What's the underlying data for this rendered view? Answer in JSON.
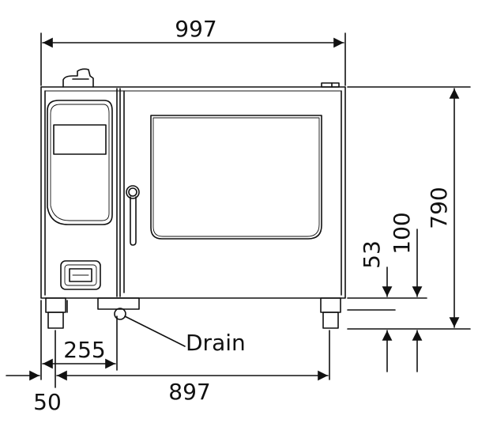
{
  "dimensions": {
    "width_total": "997",
    "height_total": "790",
    "foot_height_100": "100",
    "foot_height_53": "53",
    "drain_offset": "255",
    "foot_offset": "50",
    "foot_span": "897"
  },
  "labels": {
    "drain": "Drain"
  },
  "colors": {
    "line": "#111111",
    "background": "#ffffff"
  }
}
